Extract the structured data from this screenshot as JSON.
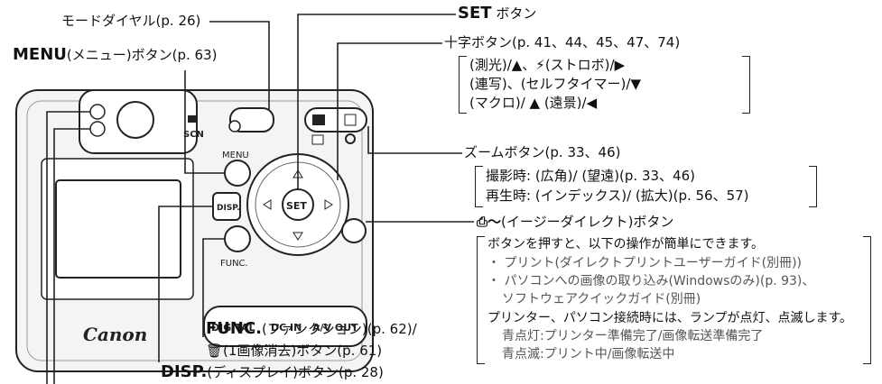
{
  "labels": {
    "mode_dial": "モードダイヤル(p. 26)",
    "menu_bold": "MENU",
    "menu_rest": "(メニュー)ボタン(p. 63)",
    "set_bold": "SET",
    "set_rest": " ボタン",
    "cross_title": "十字ボタン(p. 41、44、45、47、74)",
    "cross_line1": "(測光)/▲、⚡(ストロボ)/▶",
    "cross_line2": "(連写)、(セルフタイマー)/▼",
    "cross_line3": "(マクロ)/ ▲ (遠景)/◀",
    "zoom_title": "ズームボタン(p. 33、46)",
    "zoom_line1": "撮影時: (広角)/ (望遠)(p. 33、46)",
    "zoom_line2": "再生時: (インデックス)/ (拡大)(p. 56、57)",
    "direct_title": "(イージーダイレクト)ボタン",
    "direct_intro": "ボタンを押すと、以下の操作が簡単にできます。",
    "direct_item1": "・ プリント(ダイレクトプリントユーザーガイド(別冊))",
    "direct_item2": "・ パソコンへの画像の取り込み(Windowsのみ)(p. 93)、",
    "direct_item2b": "ソフトウェアクイックガイド(別冊)",
    "direct_lamp": "プリンター、パソコン接続時には、ランプが点灯、点滅します。",
    "direct_blue_on": "青点灯:プリンター準備完了/画像転送準備完了",
    "direct_blue_blink": "青点滅:プリント中/画像転送中",
    "func_bold": "FUNC.",
    "func_rest": "(ファンクション)(p. 62)/",
    "erase": "(1画像消去)ボタン(p. 61)",
    "disp_bold": "DISP.",
    "disp_rest": "(ディスプレイ)ボタン(p. 28)"
  },
  "camera": {
    "brand": "Canon",
    "menu_text": "MENU",
    "disp_text": "DISP.",
    "func_text": "FUNC.",
    "set_text": "SET",
    "scn_text": "SCN",
    "port_digital": "DIGITAL",
    "port_dcin": "DC IN",
    "port_av": "A/V OUT"
  },
  "colors": {
    "ink": "#111111",
    "camera_body": "#f4f4f4",
    "stroke": "#222222"
  }
}
